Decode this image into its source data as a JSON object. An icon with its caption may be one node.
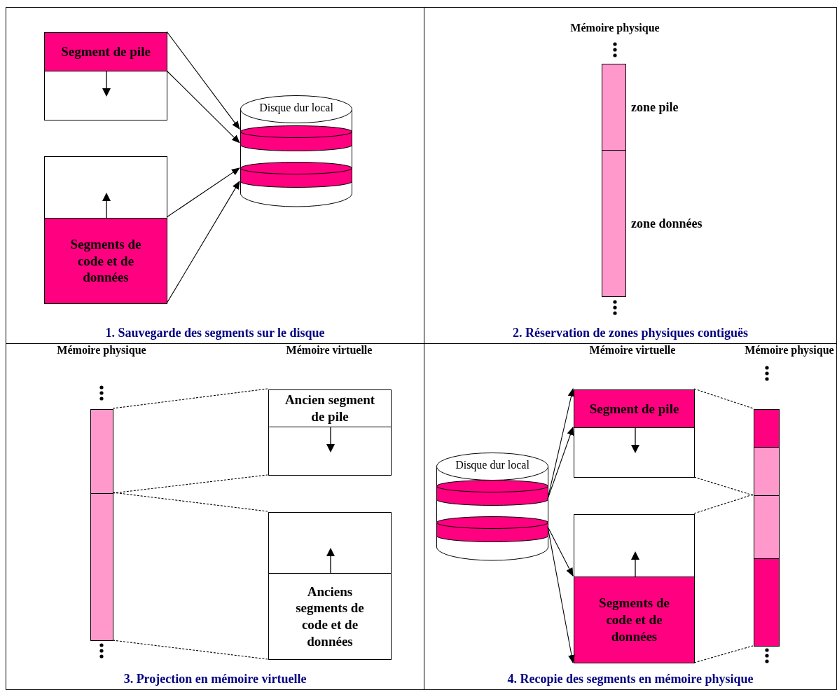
{
  "diagram": {
    "nodes": [
      {
        "text": [
          "1. Sauvegarde des segments sur le disque"
        ]
      },
      {
        "text": [
          "Segment de pile"
        ],
        "in": 0
      },
      {
        "text": [],
        "shape": "box",
        "in": 0
      },
      {
        "text": [],
        "shape": "box",
        "in": 0
      },
      {
        "text": [
          "Segments de code et de données"
        ],
        "in": 0
      },
      {
        "text": [
          "Disque dur local"
        ],
        "in": 0
      },
      {
        "text": [],
        "shape": "cylinder",
        "in": 5
      },
      {
        "text": [],
        "shape": "cylinder",
        "in": 5
      },
      {
        "text": [
          "2. Réservation de zones physiques contiguës"
        ]
      },
      {
        "text": [],
        "shape": "bar",
        "beside": [
          "zone pile"
        ],
        "in": 8
      },
      {
        "text": [],
        "shape": "bar",
        "beside": [
          "zone données"
        ],
        "in": 8
      },
      {
        "text": [
          "3. Projection en mémoire virtuelle"
        ]
      },
      {
        "text": [],
        "shape": "bar",
        "in": 11
      },
      {
        "text": [],
        "shape": "bar",
        "in": 11
      },
      {
        "text": [
          "Ancien segment de pile"
        ],
        "in": 11
      },
      {
        "text": [],
        "shape": "box",
        "in": 11
      },
      {
        "text": [],
        "shape": "box",
        "in": 11
      },
      {
        "text": [
          "Anciens segments de code et de données"
        ],
        "in": 11
      },
      {
        "text": [
          "4. Recopie des segments en mémoire physique"
        ]
      },
      {
        "text": [
          "Disque dur local"
        ],
        "in": 18
      },
      {
        "text": [],
        "shape": "cylinder",
        "in": 19
      },
      {
        "text": [],
        "shape": "cylinder",
        "in": 19
      },
      {
        "text": [
          "Segment de pile"
        ],
        "in": 18
      },
      {
        "text": [],
        "shape": "box",
        "in": 18
      },
      {
        "text": [],
        "shape": "box",
        "in": 18
      },
      {
        "text": [
          "Segments de code et de données"
        ],
        "in": 18
      },
      {
        "text": [],
        "shape": "bar",
        "in": 18
      },
      {
        "text": [],
        "shape": "bar",
        "in": 18
      },
      {
        "text": [],
        "shape": "bar",
        "in": 18
      },
      {
        "text": [],
        "shape": "bar",
        "in": 18
      }
    ],
    "edges": [
      {
        "from": 1,
        "to": 6,
        "arrow": "to"
      },
      {
        "from": 1,
        "to": 6,
        "arrow": "to"
      },
      {
        "from": 4,
        "to": 7,
        "arrow": "to"
      },
      {
        "from": 4,
        "to": 7,
        "arrow": "to"
      },
      {
        "from": 12,
        "to": 14,
        "arrow": "none",
        "style": "dashed"
      },
      {
        "from": 12,
        "to": 15,
        "arrow": "none",
        "style": "dashed"
      },
      {
        "from": 13,
        "to": 16,
        "arrow": "none",
        "style": "dashed"
      },
      {
        "from": 13,
        "to": 17,
        "arrow": "none",
        "style": "dashed"
      },
      {
        "from": 20,
        "to": 22,
        "arrow": "to"
      },
      {
        "from": 20,
        "to": 22,
        "arrow": "to"
      },
      {
        "from": 21,
        "to": 25,
        "arrow": "to"
      },
      {
        "from": 21,
        "to": 25,
        "arrow": "to"
      },
      {
        "from": 22,
        "to": 26,
        "arrow": "none",
        "style": "dashed"
      },
      {
        "from": 23,
        "to": 27,
        "arrow": "none",
        "style": "dashed"
      },
      {
        "from": 24,
        "to": 28,
        "arrow": "none",
        "style": "dashed"
      },
      {
        "from": 25,
        "to": 29,
        "arrow": "none",
        "style": "dashed"
      }
    ],
    "labels": [
      "Mémoire physique",
      "Mémoire physique",
      "Mémoire virtuelle",
      "Mémoire virtuelle",
      "Mémoire physique"
    ]
  }
}
